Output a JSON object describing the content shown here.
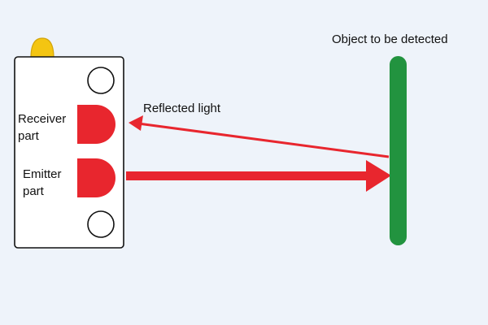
{
  "labels": {
    "object": "Object to be detected",
    "reflected_light": "Reflected light",
    "receiver": [
      "Receiver",
      "part"
    ],
    "emitter": [
      "Emitter",
      "part"
    ]
  },
  "colors": {
    "background": "#eef3fa",
    "sensor_body": "#ffffff",
    "beam": "#e8262e",
    "object": "#22933f",
    "indicator": "#f4c512"
  },
  "icons": {
    "sensor": "photoelectric-sensor-icon",
    "indicator": "indicator-lamp-icon",
    "emitter": "emitter-lens-icon",
    "receiver": "receiver-lens-icon",
    "object": "object-bar-icon"
  }
}
